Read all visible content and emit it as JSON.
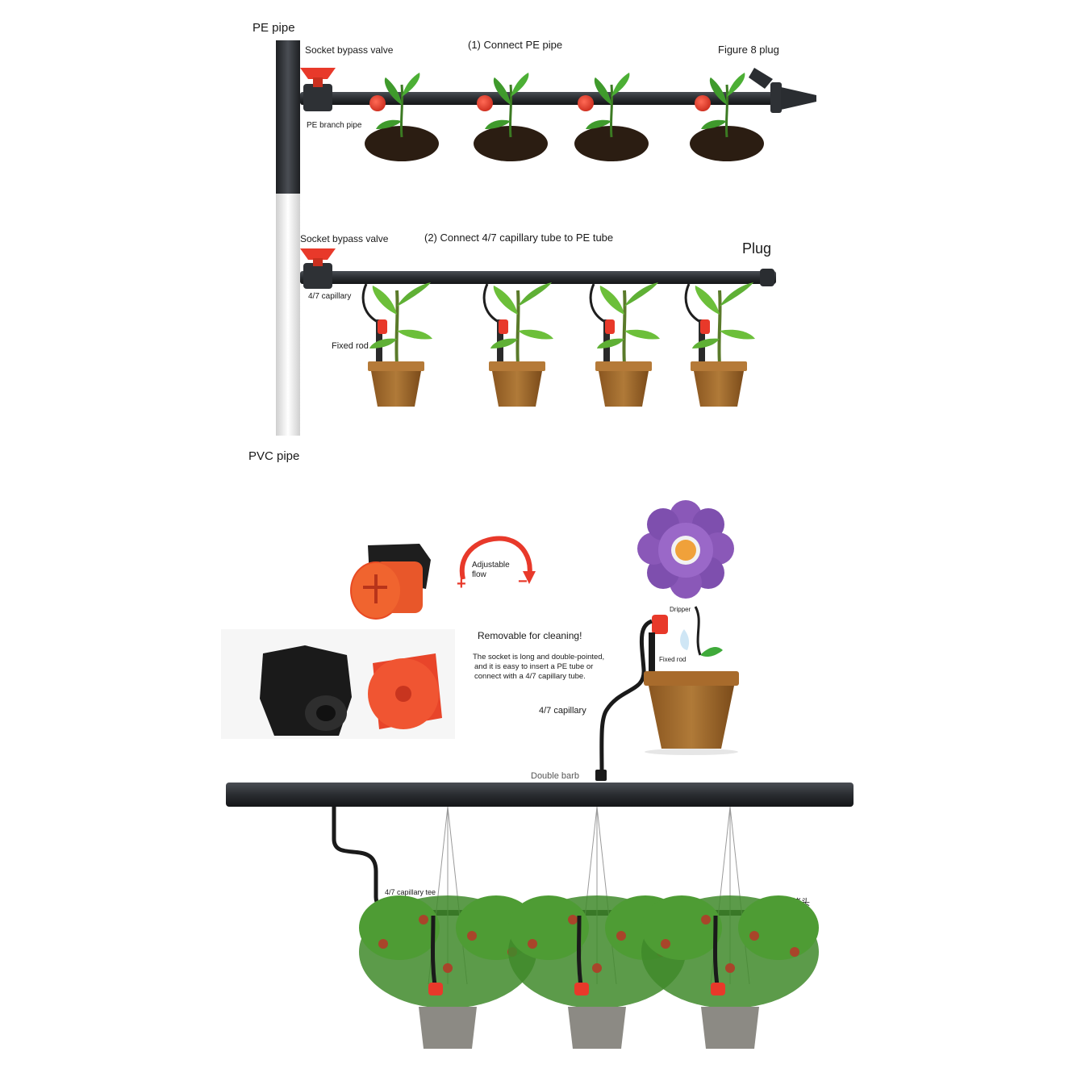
{
  "top": {
    "pe_pipe": "PE pipe",
    "pvc_pipe": "PVC pipe",
    "section1": {
      "title": "(1) Connect PE pipe",
      "socket_valve": "Socket bypass valve",
      "branch_pipe": "PE branch pipe",
      "end_plug": "Figure 8 plug"
    },
    "section2": {
      "title": "(2) Connect 4/7 capillary tube to  PE tube",
      "socket_valve": "Socket bypass valve",
      "capillary": "4/7 capillary",
      "fixed_rod": "Fixed rod",
      "plug": "Plug"
    }
  },
  "bottom": {
    "adjustable_line1": "Adjustable",
    "adjustable_line2": "flow",
    "plus": "+",
    "minus": "−",
    "removable": "Removable for cleaning!",
    "socket_desc": [
      "The socket is long and double-pointed,",
      "and it is easy to insert a PE tube or",
      "connect with a 4/7 capillary tube."
    ],
    "dripper": "Dripper",
    "fixed_rod": "Fixed rod",
    "capillary": "4/7 capillary",
    "double_barb": "Double barb",
    "capillary_tee": "4/7 capillary tee",
    "end_label": "堵头"
  },
  "colors": {
    "pipe": "#2c2f33",
    "red": "#e8392a",
    "soil": "#2b1d12",
    "leaf": "#3f9a2c",
    "pot": "#a06a2c",
    "flower": "#8a58b8"
  }
}
